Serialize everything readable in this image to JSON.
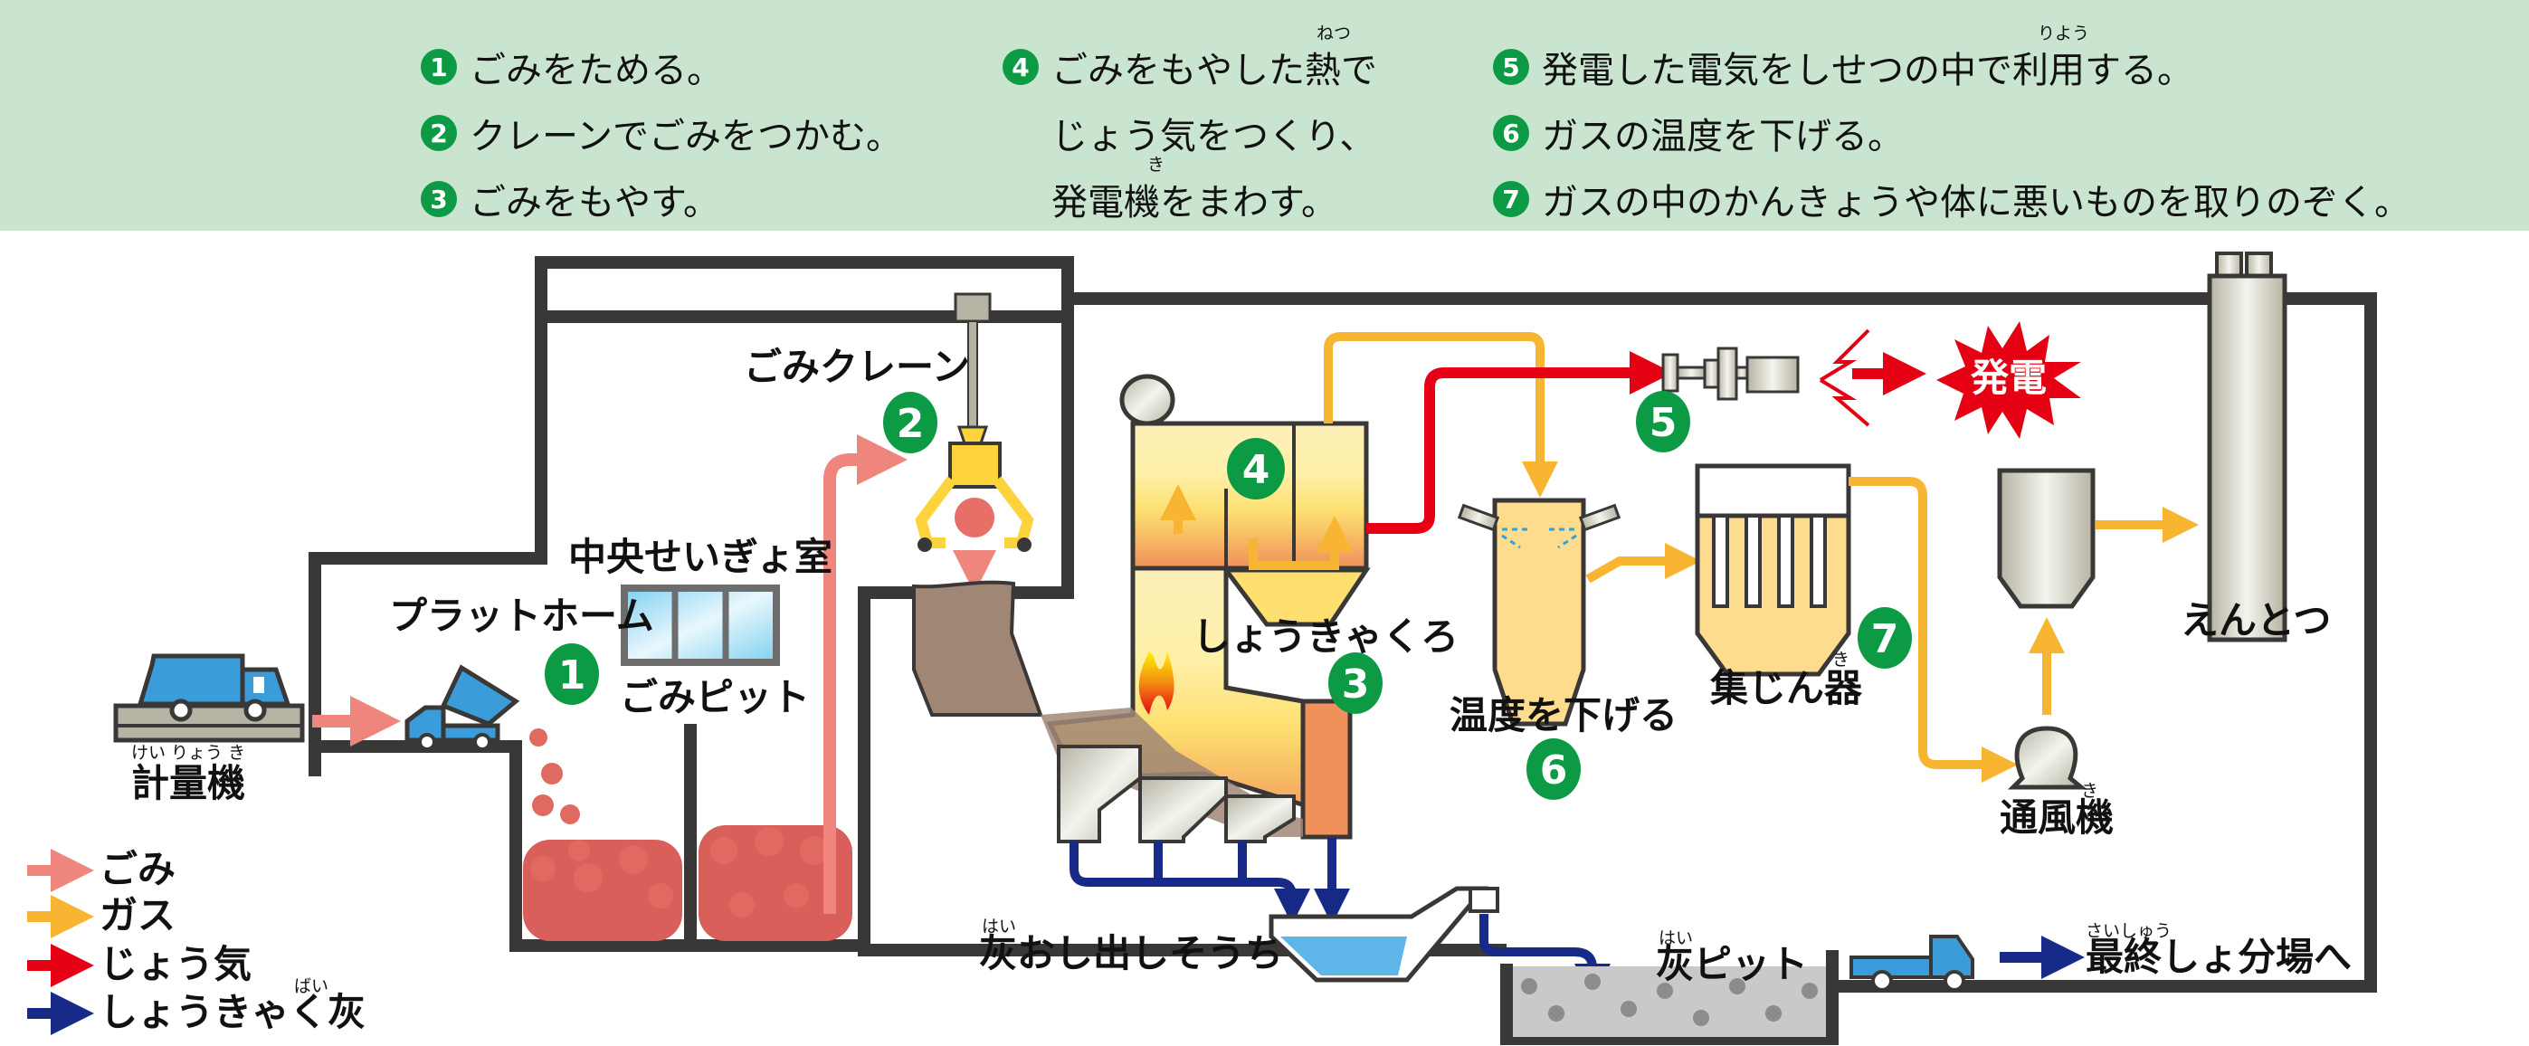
{
  "header": {
    "steps": [
      {
        "num": "1",
        "text": "ごみをためる。"
      },
      {
        "num": "2",
        "text": "クレーンでごみをつかむ。"
      },
      {
        "num": "3",
        "text": "ごみをもやす。"
      },
      {
        "num": "4",
        "text": "ごみをもやした熱で",
        "ruby": "ねつ"
      },
      {
        "num": "",
        "text": "じょう気をつくり、"
      },
      {
        "num": "",
        "text": "発電機をまわす。",
        "ruby": "き"
      },
      {
        "num": "5",
        "text": "発電した電気をしせつの中で利用する。",
        "ruby": "りよう"
      },
      {
        "num": "6",
        "text": "ガスの温度を下げる。"
      },
      {
        "num": "7",
        "text": "ガスの中のかんきょうや体に悪いものを取りのぞく。"
      }
    ]
  },
  "labels": {
    "weighing": "計量機",
    "weighing_ruby": "けい りょう き",
    "platform": "プラットホーム",
    "control_room": "中央せいぎょ室",
    "waste_pit": "ごみピット",
    "crane": "ごみクレーン",
    "incinerator": "しょうきゃくろ",
    "ash_extruder": "灰おし出しそうち",
    "ash_extruder_ruby": "はい",
    "cooling": "温度を下げる",
    "power": "発電",
    "dust_collector": "集じん器",
    "dust_collector_ruby": "き",
    "fan": "通風機",
    "fan_ruby": "き",
    "chimney": "えんとつ",
    "ash_pit": "灰ピット",
    "ash_pit_ruby": "はい",
    "landfill": "最終しょ分場へ",
    "landfill_ruby": "さいしゅう"
  },
  "step_markers": {
    "m1": "1",
    "m2": "2",
    "m3": "3",
    "m4": "4",
    "m5": "5",
    "m6": "6",
    "m7": "7"
  },
  "legend": [
    {
      "label": "ごみ",
      "color": "#ef867e"
    },
    {
      "label": "ガス",
      "color": "#f7b531"
    },
    {
      "label": "じょう気",
      "color": "#e60013"
    },
    {
      "label": "しょうきゃく灰",
      "color": "#172a88",
      "ruby": "ばい"
    }
  ],
  "colors": {
    "header_bg": "#c9e5cf",
    "step_green": "#0d9a45",
    "waste": "#ef867e",
    "gas": "#f7b531",
    "steam": "#e60013",
    "ash": "#172a88",
    "wall": "#3a3836"
  }
}
